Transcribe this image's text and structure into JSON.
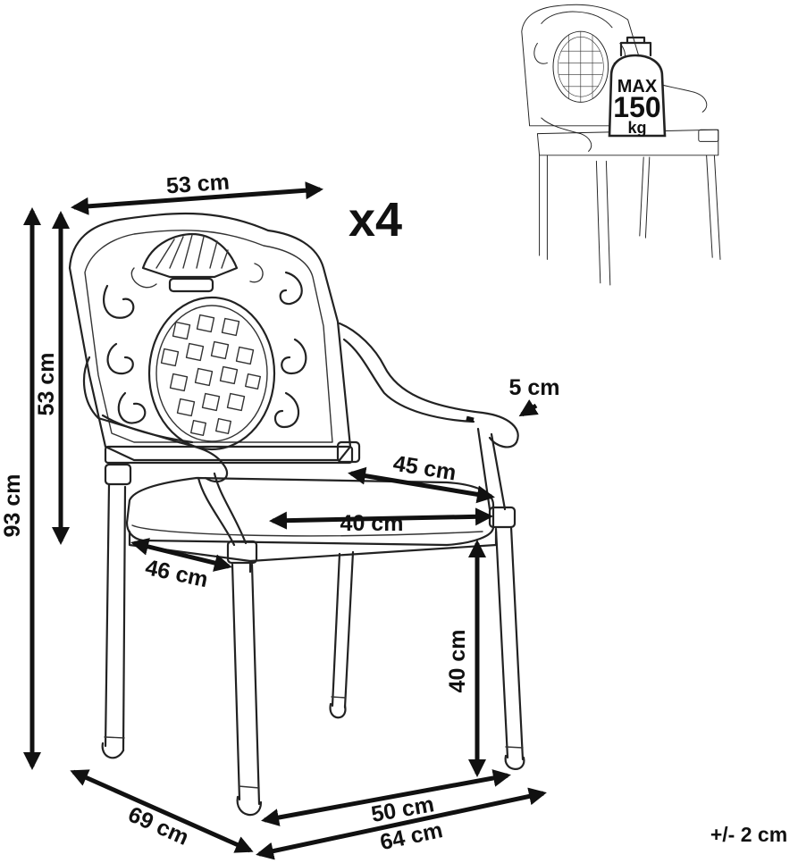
{
  "dimensions": {
    "width_top": "53 cm",
    "back_height": "53 cm",
    "total_height": "93 cm",
    "arm_width": "5 cm",
    "seat_width_back": "45 cm",
    "seat_width_front": "40 cm",
    "seat_depth": "46 cm",
    "seat_height": "40 cm",
    "base_width": "50 cm",
    "total_depth": "69 cm",
    "total_width": "64 cm"
  },
  "quantity": "x4",
  "tolerance": "+/- 2 cm",
  "weight_badge": {
    "line1": "MAX",
    "line2": "150",
    "line3": "kg"
  },
  "icons": {
    "main": "armchair-icon",
    "thumbnail": "armchair-icon",
    "weight": "weight-icon"
  }
}
